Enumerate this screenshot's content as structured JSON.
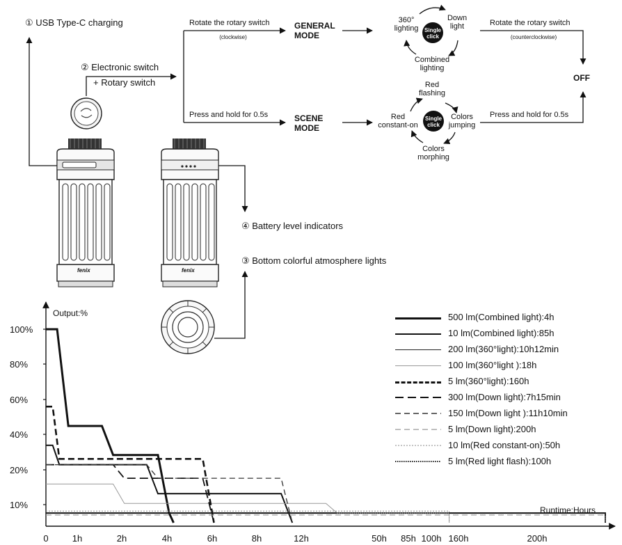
{
  "controls": {
    "usb_label": "① USB Type-C charging",
    "switch_label_line1": "② Electronic switch",
    "switch_label_line2": "+ Rotary switch",
    "battery_label": "④ Battery level indicators",
    "bottom_lights_label": "③ Bottom colorful atmosphere lights"
  },
  "flow": {
    "rotate_cw": "Rotate the rotary switch",
    "rotate_cw_sub": "(clockwise)",
    "press_hold": "Press and hold for 0.5s",
    "general_mode_line1": "GENERAL",
    "general_mode_line2": "MODE",
    "scene_mode_line1": "SCENE",
    "scene_mode_line2": "MODE",
    "rotate_ccw": "Rotate the rotary switch",
    "rotate_ccw_sub": "(counterclockwise)",
    "press_hold_off": "Press and hold for 0.5s",
    "off": "OFF",
    "general_cycle": {
      "center": [
        "Single",
        "click"
      ],
      "down_light": [
        "Down",
        "light"
      ],
      "combined": [
        "Combined",
        "lighting"
      ],
      "lighting_360": [
        "360°",
        "lighting"
      ]
    },
    "scene_cycle": {
      "center": [
        "Single",
        "click"
      ],
      "red_flashing": [
        "Red",
        "flashing"
      ],
      "colors_jumping": [
        "Colors",
        "jumping"
      ],
      "colors_morphing": [
        "Colors",
        "morphing"
      ],
      "red_constant": [
        "Red",
        "constant-on"
      ]
    },
    "lantern_brand": "fenix"
  },
  "chart_data": {
    "type": "line",
    "ylabel": "Output:%",
    "xlabel": "Runtime:Hours",
    "y_ticks": [
      "100%",
      "80%",
      "60%",
      "40%",
      "20%",
      "10%"
    ],
    "x_ticks": [
      "0",
      "1h",
      "2h",
      "4h",
      "6h",
      "8h",
      "12h",
      "50h",
      "85h",
      "100h",
      "160h",
      "200h"
    ],
    "series": [
      {
        "name": "500 lm(Combined light):4h",
        "style": "thick",
        "points": [
          [
            0,
            100
          ],
          [
            0.5,
            100
          ],
          [
            1,
            50
          ],
          [
            2.5,
            50
          ],
          [
            3,
            35
          ],
          [
            5,
            35
          ],
          [
            5.5,
            5
          ],
          [
            5.7,
            0
          ]
        ]
      },
      {
        "name": "10 lm(Combined light):85h",
        "style": "medium",
        "points": [
          [
            0,
            5
          ],
          [
            27,
            5
          ],
          [
            27,
            3
          ],
          [
            31,
            3
          ],
          [
            31,
            0
          ]
        ]
      },
      {
        "name": "200 lm(360°light):10h12min",
        "style": "medium",
        "points": [
          [
            0,
            40
          ],
          [
            0.3,
            40
          ],
          [
            0.6,
            30
          ],
          [
            4.5,
            30
          ],
          [
            5,
            15
          ],
          [
            10.5,
            15
          ],
          [
            11,
            0
          ]
        ]
      },
      {
        "name": "100 lm(360°light ):18h",
        "style": "thin",
        "points": [
          [
            0,
            20
          ],
          [
            3,
            20
          ],
          [
            3.5,
            10
          ],
          [
            12.5,
            10
          ],
          [
            13,
            5
          ],
          [
            18,
            5
          ],
          [
            18,
            0
          ]
        ]
      },
      {
        "name": "5 lm(360°light):160h",
        "style": "dash-thick",
        "points": [
          [
            0,
            60
          ],
          [
            0.3,
            60
          ],
          [
            0.6,
            33
          ],
          [
            7,
            33
          ],
          [
            7.5,
            0
          ]
        ]
      },
      {
        "name": "300 lm(Down light):7h15min",
        "style": "dash-long",
        "points": [
          [
            0,
            30
          ],
          [
            3,
            30
          ],
          [
            3.5,
            23
          ],
          [
            7,
            23
          ],
          [
            7.5,
            0
          ]
        ]
      },
      {
        "name": "150 lm(Down light ):11h10min",
        "style": "dash-medium",
        "points": [
          [
            0,
            30
          ],
          [
            4.5,
            30
          ],
          [
            5,
            23
          ],
          [
            10.5,
            23
          ],
          [
            11,
            0
          ]
        ]
      },
      {
        "name": "5 lm(Down light):200h",
        "style": "dash-light",
        "points": [
          [
            0,
            4
          ],
          [
            33,
            4
          ],
          [
            33,
            0
          ]
        ]
      },
      {
        "name": "10 lm(Red constant-on):50h",
        "style": "dot-fine",
        "points": [
          [
            0,
            6
          ],
          [
            18,
            6
          ],
          [
            18,
            0
          ]
        ]
      },
      {
        "name": "5 lm(Red light flash):100h",
        "style": "dot-heavy",
        "points": [
          [
            0,
            5
          ],
          [
            29,
            5
          ],
          [
            29,
            0
          ]
        ]
      }
    ]
  }
}
